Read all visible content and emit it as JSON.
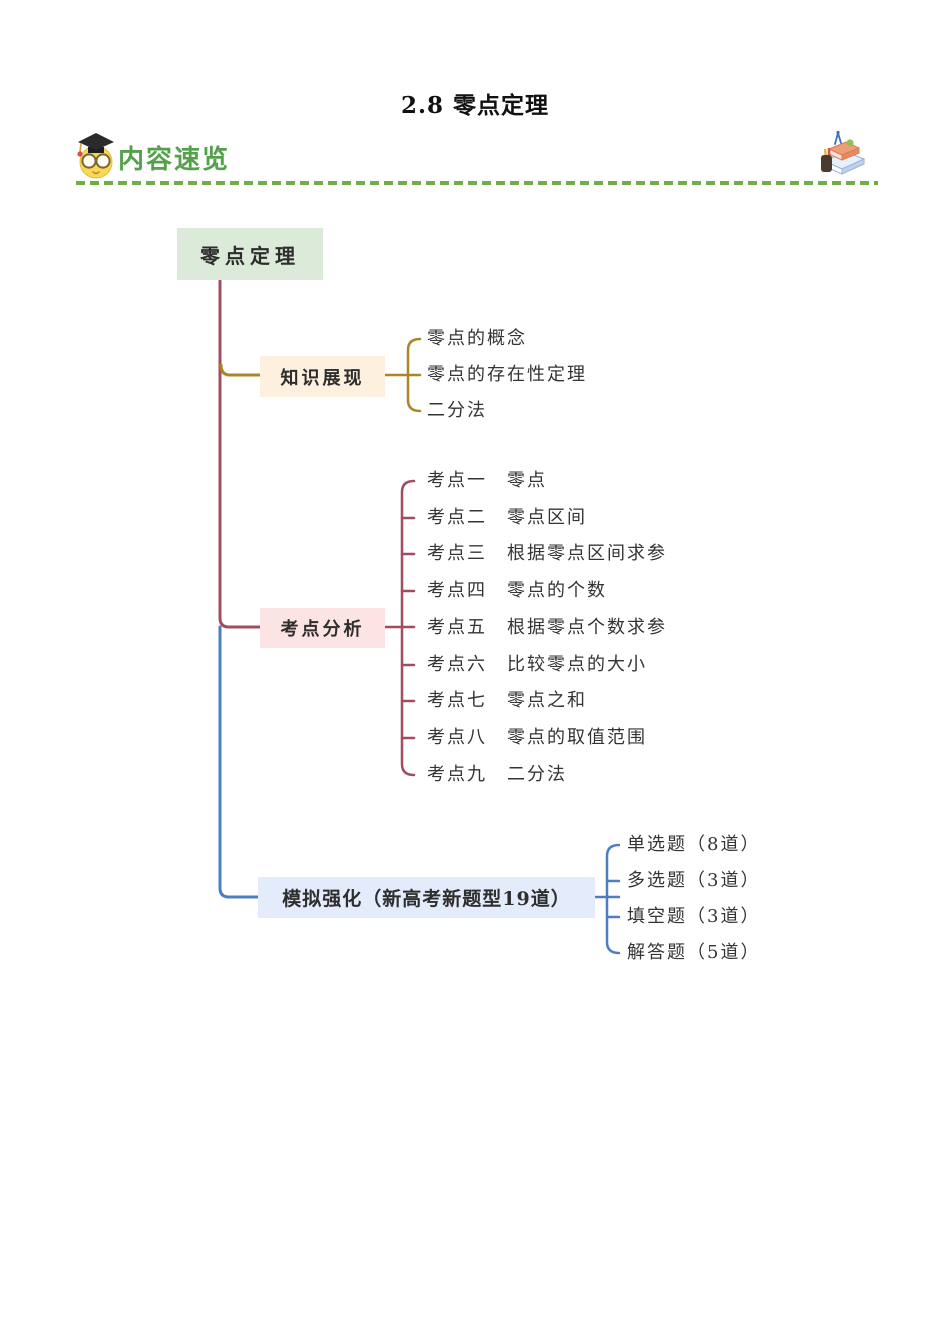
{
  "page": {
    "title": "2.8 零点定理"
  },
  "header": {
    "label": "内容速览",
    "left_icon": "owl-graduate-icon",
    "right_icon": "books-stack-icon",
    "title_color": "#55a04b",
    "dash_color": "#70ad47"
  },
  "mindmap": {
    "root": {
      "label": "零点定理",
      "bg": "#dcead9"
    },
    "trunk_colors": {
      "upper": "#a24d5f",
      "lower": "#4d7fc0"
    },
    "branches": [
      {
        "label": "知识展现",
        "bg": "#fdf0de",
        "line_color": "#ad8524",
        "children": [
          "零点的概念",
          "零点的存在性定理",
          "二分法"
        ]
      },
      {
        "label": "考点分析",
        "bg": "#fce4e4",
        "line_color": "#a24d5f",
        "children": [
          "考点一　零点",
          "考点二　零点区间",
          "考点三　根据零点区间求参",
          "考点四　零点的个数",
          "考点五　根据零点个数求参",
          "考点六　比较零点的大小",
          "考点七　零点之和",
          "考点八　零点的取值范围",
          "考点九　二分法"
        ]
      },
      {
        "label": "模拟强化（新高考新题型19道）",
        "bg": "#e4ebfa",
        "line_color": "#4d7fc0",
        "children": [
          "单选题（8道）",
          "多选题（3道）",
          "填空题（3道）",
          "解答题（5道）"
        ]
      }
    ]
  }
}
